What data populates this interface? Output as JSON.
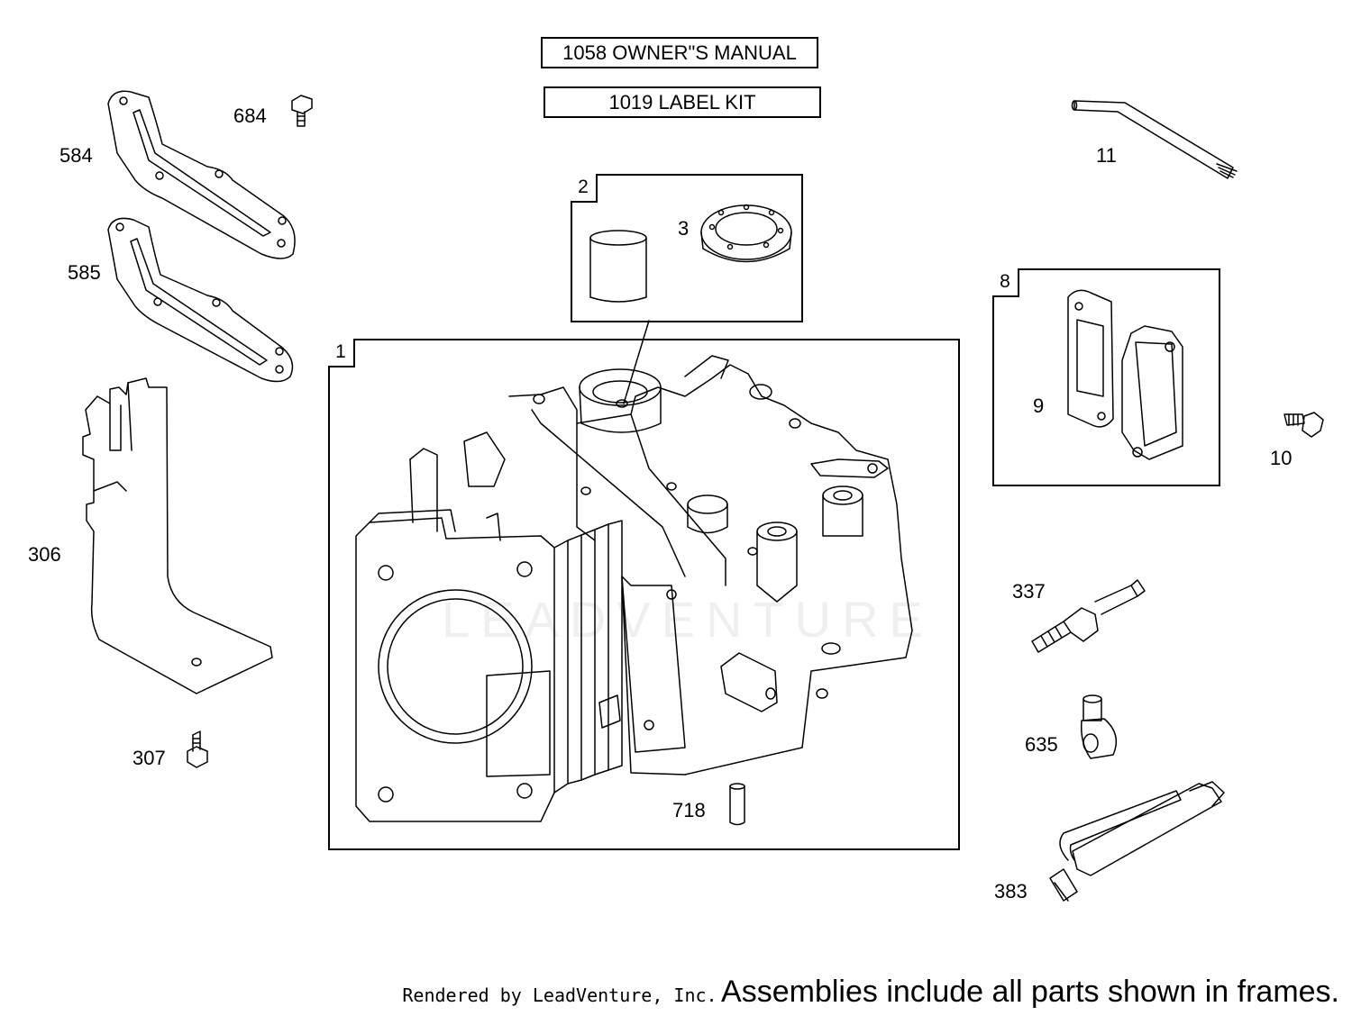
{
  "header_labels": {
    "owners_manual": "1058 OWNER\"S MANUAL",
    "label_kit": "1019 LABEL KIT"
  },
  "frames": {
    "frame_1": "1",
    "frame_2": "2",
    "frame_8": "8"
  },
  "callouts": {
    "p584": "584",
    "p684": "684",
    "p585": "585",
    "p306": "306",
    "p307": "307",
    "p3": "3",
    "p718": "718",
    "p11": "11",
    "p9": "9",
    "p10": "10",
    "p337": "337",
    "p635": "635",
    "p383": "383"
  },
  "watermark": "LEADVENTURE",
  "footer": {
    "rendered_by": "Rendered by LeadVenture, Inc.",
    "note": "Assemblies include all parts shown in frames."
  }
}
